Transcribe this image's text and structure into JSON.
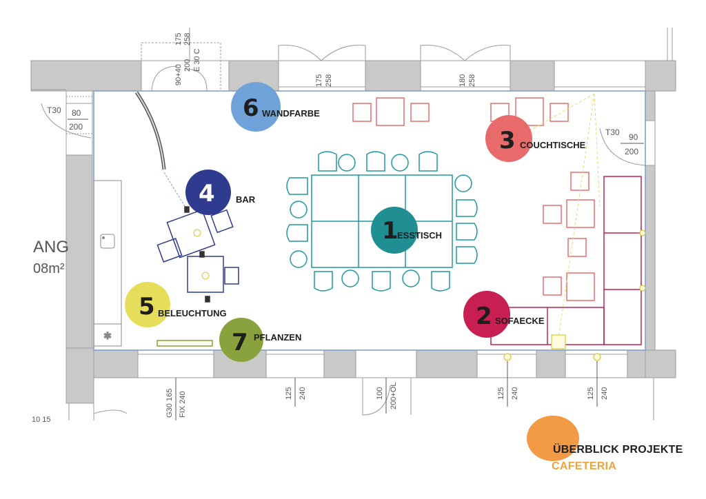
{
  "projects": [
    {
      "number": "1",
      "label": "ESSTISCH",
      "color": "#1f8f93"
    },
    {
      "number": "2",
      "label": "SOFAECKE",
      "color": "#c71f52"
    },
    {
      "number": "3",
      "label": "COUCHTISCHE",
      "color": "#e86a6a"
    },
    {
      "number": "4",
      "label": "BAR",
      "color": "#2e3b8e"
    },
    {
      "number": "5",
      "label": "BELEUCHTUNG",
      "color": "#e6dd5a"
    },
    {
      "number": "6",
      "label": "WANDFARBE",
      "color": "#6fa2d8"
    },
    {
      "number": "7",
      "label": "PFLANZEN",
      "color": "#8aa23e"
    }
  ],
  "title": {
    "main": "ÜBERBLICK PROJEKTE",
    "sub": "CAFETERIA",
    "blob_color": "#f39a45",
    "sub_color": "#f2a23a"
  },
  "plan_labels": {
    "door_t30_left_rating": "T30",
    "door_t30_left_top": "80",
    "door_t30_left_bottom": "200",
    "door_t30_right_rating": "T30",
    "door_t30_right_top": "90",
    "door_t30_right_bottom": "200",
    "top_door_dims_a": "90+40",
    "top_door_dims_b": "175",
    "top_door_dims_c": "200",
    "top_door_dims_d": "258",
    "top_door_rating": "E 30 C",
    "top_window_1_a": "175",
    "top_window_1_b": "258",
    "top_window_2_a": "180",
    "top_window_2_b": "258",
    "room_name_fragment": "ANG",
    "room_area_fragment": "08m²",
    "bottom_win_1_a": "G30 165",
    "bottom_win_1_b": "FIX 240",
    "bottom_win_2_a": "125",
    "bottom_win_2_b": "240",
    "bottom_door_a": "100",
    "bottom_door_b": "200+OL",
    "bottom_win_3_a": "125",
    "bottom_win_3_b": "240",
    "bottom_win_4_a": "125",
    "bottom_win_4_b": "240",
    "cut_off_fragment": "10 15"
  },
  "colors": {
    "wall": "#c9c9c9",
    "wall_stroke": "#9a9a9a",
    "room_outline": "#7a9bc9",
    "dining": "#1c9aa0",
    "sofa": "#c71f52",
    "coffee": "#ec6d6d",
    "bar": "#2e3b8e",
    "planter": "#8aa23e",
    "lamp": "#d8c830"
  }
}
